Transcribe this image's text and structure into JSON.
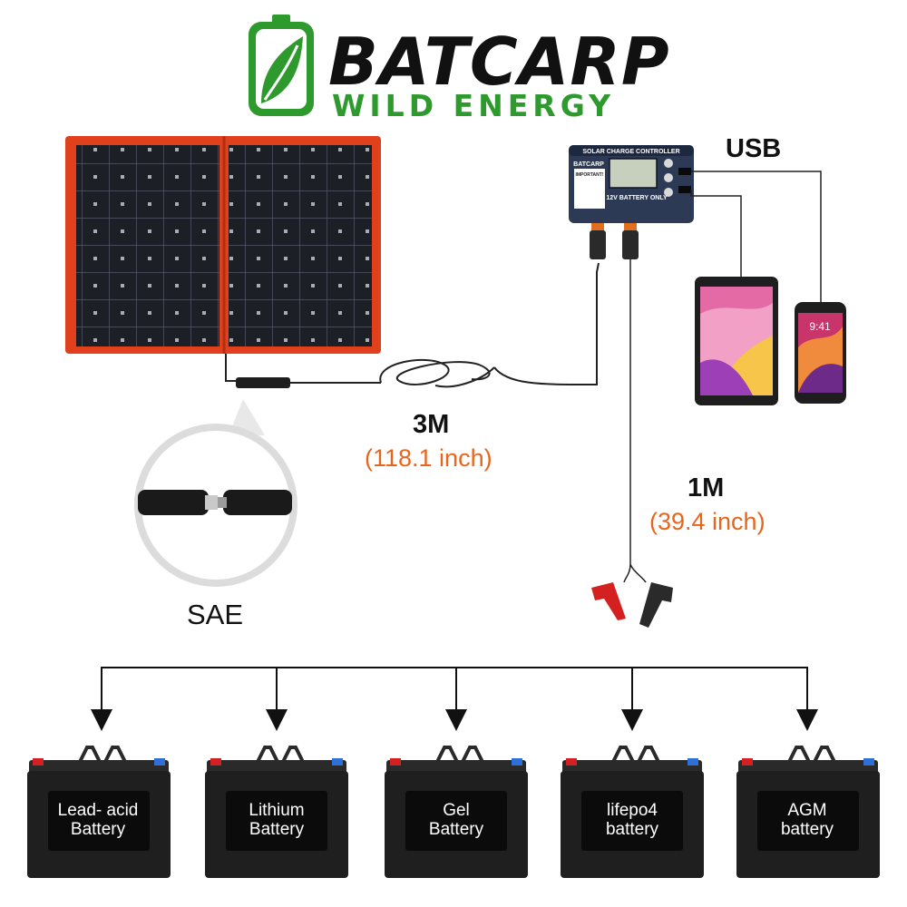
{
  "brand": {
    "name": "BATCARP",
    "tagline": "WILD ENERGY",
    "logo_icon": "battery-leaf-icon"
  },
  "controller": {
    "panel_title": "SOLAR CHARGE CONTROLLER",
    "brand": "BATCARP",
    "notice_title": "IMPORTANT!",
    "battery_note": "12V BATTERY ONLY"
  },
  "phone": {
    "time": "9:41"
  },
  "labels": {
    "usb": "USB",
    "cable_3m": "3M",
    "cable_3m_inch": "(118.1 inch)",
    "cable_1m": "1M",
    "cable_1m_inch": "(39.4 inch)",
    "sae": "SAE"
  },
  "batteries": [
    {
      "line1": "Lead- acid",
      "line2": "Battery"
    },
    {
      "line1": "Lithium",
      "line2": "Battery"
    },
    {
      "line1": "Gel",
      "line2": "Battery"
    },
    {
      "line1": "lifepo4",
      "line2": "battery"
    },
    {
      "line1": "AGM",
      "line2": "battery"
    }
  ],
  "colors": {
    "panel_frame": "#e0401c",
    "panel_cell": "#1c1f26",
    "logo_green": "#2e9a2e",
    "orange_text": "#e8651d",
    "clamp_red": "#d42020",
    "clamp_black": "#2a2a2a",
    "controller_body": "#2c3a55"
  }
}
